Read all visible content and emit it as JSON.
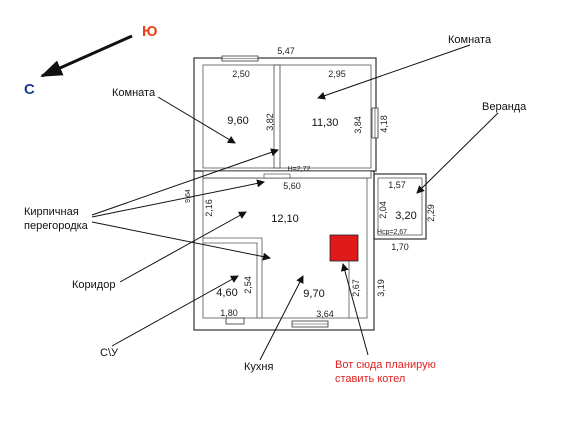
{
  "compass": {
    "north_label": "Ю",
    "south_label": "С",
    "north_color": "#e8421a",
    "south_color": "#1d3d8f"
  },
  "dimensions": {
    "top_total": "5,47",
    "room_a_width": "2,50",
    "room_b_width": "2,95",
    "room_a_height": "3,82",
    "room_b_height": "3,84",
    "right_wall_upper": "4,18",
    "ceiling_height": "H=2,72",
    "middle_width": "5,60",
    "left_outer": "9,64",
    "corridor_height": "2,16",
    "veranda_top": "1,57",
    "veranda_wall": "2,04",
    "veranda_right": "2,29",
    "veranda_ceiling": "Hср=2,67",
    "veranda_bottom": "1,70",
    "bath_height": "2,54",
    "kitchen_inner": "2,67",
    "right_lower": "3,19",
    "bath_width": "1,80",
    "kitchen_width": "3,64"
  },
  "areas": {
    "room_a": "9,60",
    "room_b": "11,30",
    "corridor": "12,10",
    "veranda": "3,20",
    "bath": "4,60",
    "kitchen": "9,70"
  },
  "labels": {
    "room_left": "Комната",
    "room_right": "Комната",
    "veranda": "Веранда",
    "brick_line1": "Кирпичная",
    "brick_line2": "перегородка",
    "corridor": "Коридор",
    "bath": "С\\У",
    "kitchen": "Кухня",
    "boiler_line1": "Вот сюда планирую",
    "boiler_line2": "ставить котел"
  },
  "colors": {
    "boiler_marker": "#e01a1a",
    "note_text": "#e02020"
  }
}
